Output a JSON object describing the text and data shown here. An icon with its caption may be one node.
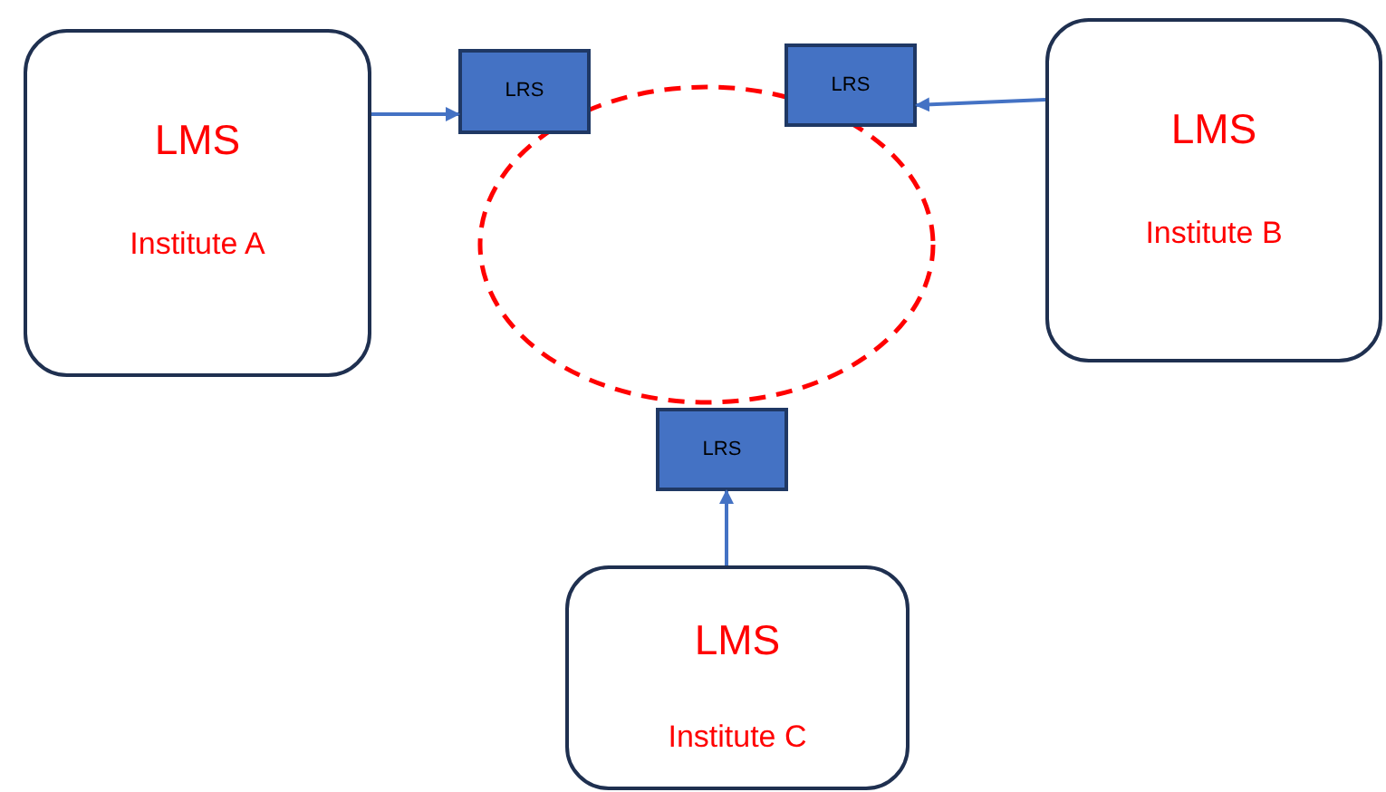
{
  "diagram": {
    "nodes": [
      {
        "text": [
          "LMS",
          "Institute A"
        ]
      },
      {
        "text": [
          "LRS"
        ]
      },
      {
        "text": [
          "LRS"
        ]
      },
      {
        "text": [
          "LMS",
          "Institute B"
        ]
      },
      {
        "text": [
          "LRS"
        ]
      },
      {
        "text": [
          "LMS",
          "Institute C"
        ]
      }
    ],
    "edges": [
      {
        "from": 0,
        "to": 1,
        "arrow": "to"
      },
      {
        "from": 3,
        "to": 2,
        "arrow": "to"
      },
      {
        "from": 5,
        "to": 4,
        "arrow": "to"
      }
    ]
  }
}
